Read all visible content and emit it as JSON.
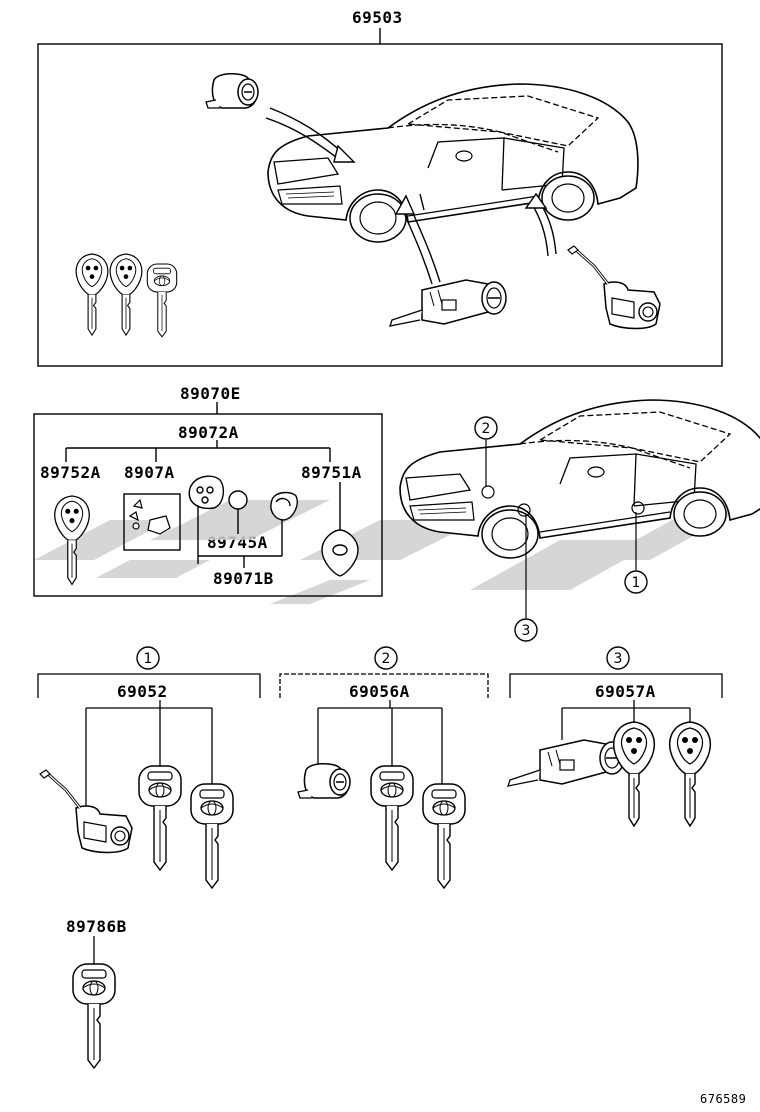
{
  "labels": {
    "p69503": "69503",
    "p89070E": "89070E",
    "p89072A": "89072A",
    "p89752A": "89752A",
    "p8907A": "8907A",
    "p89751A": "89751A",
    "p89745A": "89745A",
    "p89071B": "89071B",
    "p69052": "69052",
    "p69056A": "69056A",
    "p69057A": "69057A",
    "p89786B": "89786B",
    "callout1": "1",
    "callout2": "2",
    "callout3": "3",
    "diagram_id": "676589"
  }
}
